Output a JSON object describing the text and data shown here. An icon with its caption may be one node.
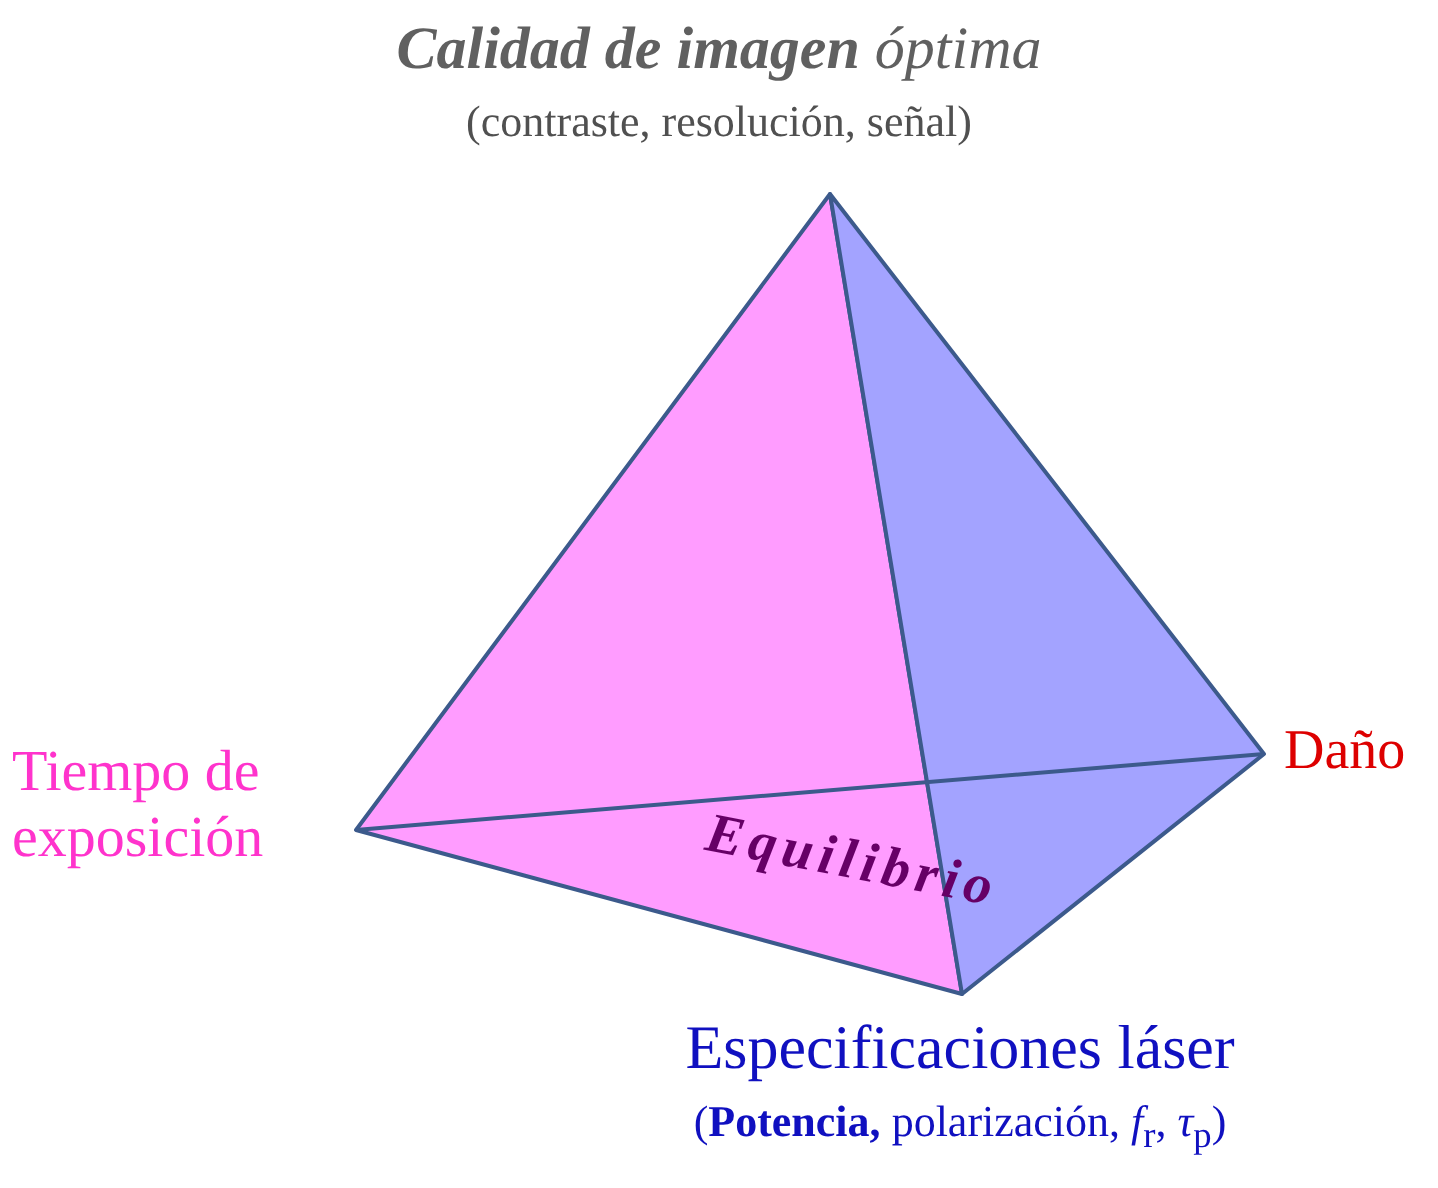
{
  "diagram": {
    "labels": [
      "**Calidad de imagen** óptima",
      "(contraste, resolución, señal)",
      "Tiempo de exposición",
      "Daño",
      "Equilibrio",
      "Especificaciones láser",
      "(**Potencia,** polarización, *f*$_{r}$, *τ*$_{p}$)"
    ]
  }
}
